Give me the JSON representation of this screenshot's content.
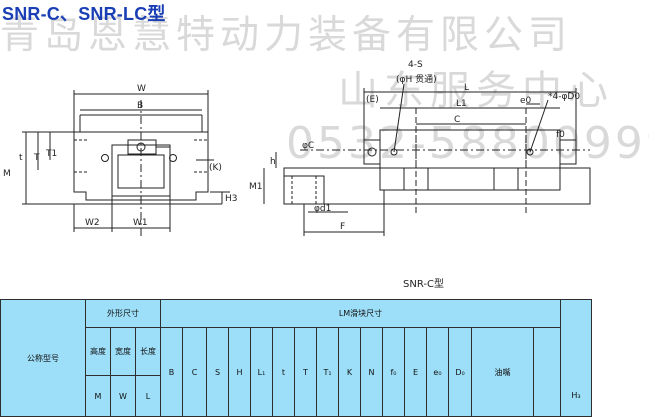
{
  "header": {
    "title": "SNR-C、SNR-LC型",
    "watermark_company": "青岛恩慧特动力装备有限公司",
    "watermark_center": "山东服务中心",
    "watermark_phone": "0532-58800999"
  },
  "drawing": {
    "caption": "SNR-C型",
    "front_view_labels": {
      "W": "W",
      "B": "B",
      "t": "t",
      "T": "T",
      "T1": "T1",
      "M": "M",
      "K": "(K)",
      "H3": "H3",
      "W2": "W2",
      "W1": "W1"
    },
    "side_view_labels": {
      "note_4S": "4-S",
      "note_phiH": "(φH 贯通)",
      "E_paren": "(E)",
      "L": "L",
      "L1": "L1",
      "C": "C",
      "e0": "e0",
      "note_4D0": "*4-φD0",
      "f0": "f0",
      "phiC": "φC",
      "h": "h",
      "M1": "M1",
      "phid1": "φd1",
      "F": "F"
    }
  },
  "spec_table": {
    "group_headers": {
      "model": "公称型号",
      "outline": "外形尺寸",
      "lm_block": "LM滑块尺寸",
      "oil": "油嘴"
    },
    "outline_sub": [
      "高度",
      "宽度",
      "长度"
    ],
    "symbols": [
      "M",
      "W",
      "L",
      "B",
      "C",
      "S",
      "H",
      "L₁",
      "t",
      "T",
      "T₁",
      "K",
      "N",
      "f₀",
      "E",
      "e₀",
      "D₀",
      "H₃"
    ]
  },
  "colors": {
    "title_blue": "#1a3fb5",
    "table_bg": "#9ddff9",
    "watermark": "#d9d9d9",
    "line": "#222222"
  }
}
